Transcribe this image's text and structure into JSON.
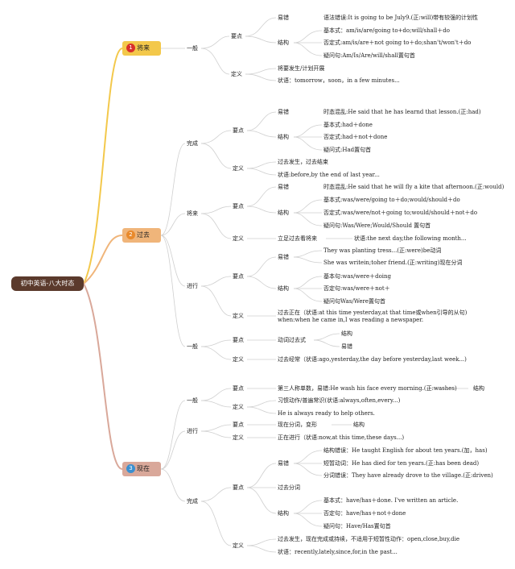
{
  "root": "初中英语-八大时态",
  "colors": {
    "future": "#f3c84b",
    "past": "#f0b57a",
    "present": "#d9a89a",
    "root": "#5b3a2c"
  },
  "nodes": {
    "future": {
      "num": "1",
      "label": "将来",
      "general": "一般",
      "key_points": "要点",
      "error": "易错",
      "error_text": "语法错误:It is going to be July9.(正:will)带有较强的计划性",
      "structure": "结构",
      "basic": "基本式：am/is/are/going to+do;will/shall＋do",
      "negative": "否定式:am/is/are＋not going to＋do;shan't/won't＋do",
      "question": "疑问句:Am/Is/Are/will/shall置句首",
      "definition": "定义",
      "def1": "将要发生/计划开展",
      "def2": "状语：tomorrow，soon，in a few minutes..."
    },
    "past": {
      "num": "2",
      "label": "过去",
      "perfect": "完成",
      "perfect_kp": "要点",
      "perfect_error": "易错",
      "perfect_error_text": "时态混乱:He said that he has learnd that lesson.(正:had)",
      "perfect_structure": "结构",
      "perfect_basic": "基本式:had＋done",
      "perfect_neg": "否定式:had＋not＋done",
      "perfect_q": "疑问式:Had置句首",
      "perfect_def": "定义",
      "perfect_def1": "过去发生，过去结束",
      "perfect_def2": "状语:before,by the end of last year...",
      "future": "将来",
      "future_kp": "要点",
      "future_error": "易错",
      "future_error_text": "时态混乱:He said that he will fly a kite that afternoon.(正:would)",
      "future_structure": "结构",
      "future_basic": "基本式:was/were/going to＋do;would/should＋do",
      "future_neg": "否定式:was/were/not＋going to;would/should＋not＋do",
      "future_q": "疑问句:Was/Were;Would/Should 置句首",
      "future_def": "定义",
      "future_def1": "立足过去看将来",
      "future_def2": "状语:the next day,the following month...",
      "progressive": "进行",
      "prog_kp": "要点",
      "prog_error": "易错",
      "prog_error1": "They was planting tress...(正:were)be动词",
      "prog_error2": "She was writein;toher friend.(正:writing)现在分词",
      "prog_structure": "结构",
      "prog_basic": "基本句:was/were＋doing",
      "prog_neg": "否定句:was/were＋not＋",
      "prog_q": "疑问句Was/Were置句首",
      "prog_def": "定义",
      "prog_def1": "过去正在（状语:at this time yesterday,at that time或when引导的从句) when:when he came in,I was reading a newspaper.",
      "general": "一般",
      "gen_kp": "要点",
      "gen_kp_text": "动词过去式",
      "gen_structure": "结构",
      "gen_error": "易错",
      "gen_def": "定义",
      "gen_def1": "过去经常（状语:ago,yesterday,the day before yesterday,last week...)"
    },
    "present": {
      "num": "3",
      "label": "现在",
      "general": "一般",
      "gen_kp": "要点",
      "gen_kp_text": "第三人称单数，易错:He wash his face every morning.(正:washes)",
      "gen_structure": "结构",
      "gen_def": "定义",
      "gen_def1": "习惯动作/普遍常识(状语:always,often,every...)",
      "gen_def2": "He is always ready to help others.",
      "progressive": "进行",
      "prog_kp": "要点",
      "prog_kp_text": "现在分词，变形",
      "prog_structure": "结构",
      "prog_def": "定义",
      "prog_def1": "正在进行（状语:now,at this time,these days...)",
      "perfect": "完成",
      "perf_kp": "要点",
      "perf_error": "易错",
      "perf_error1": "结构错误：He taught English for about ten years.(加，has)",
      "perf_error2": "短暂动词：He has died for ten years.(正:has been dead)",
      "perf_error3": "分词错误：They have already drove to the village.(正:driven)",
      "perf_participle": "过去分词",
      "perf_structure": "结构",
      "perf_basic": "基本式：have/has＋done. I've written an article.",
      "perf_neg": "否定句：have/has＋not＋done",
      "perf_q": "疑问句：Have/Has置句首",
      "perf_def": "定义",
      "perf_def1": "过去发生，现在完成或持续，不适用于短暂性动作：open,close,buy,die",
      "perf_def2": "状语：recently,lately,since,for,in the past..."
    }
  }
}
